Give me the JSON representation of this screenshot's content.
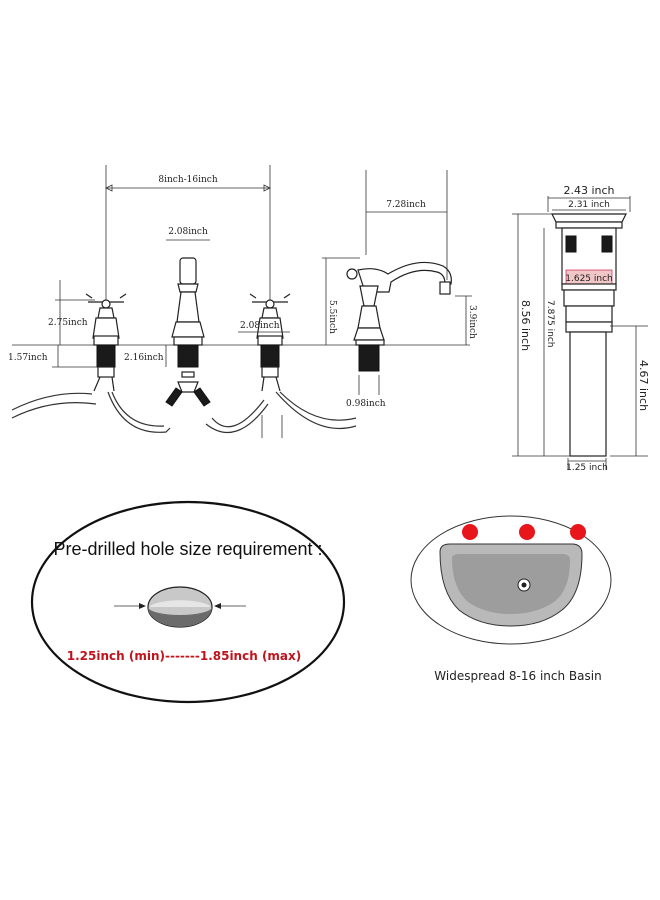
{
  "faucet": {
    "spread": "8inch-16inch",
    "spout_width": "2.08inch",
    "handle_height": "2.75inch",
    "shank_left": "1.57inch",
    "shank_center": "2.16inch",
    "handle_width_right": "2.08inch",
    "spout_height": "5.5inch",
    "spout_reach": "7.28inch",
    "spout_rise": "3.9inch",
    "spout_shank": "0.98inch"
  },
  "drain": {
    "cap_outer": "2.43 inch",
    "cap_inner": "2.31 inch",
    "body_width": "1.625 inch",
    "total_height": "8.56 inch",
    "upper_height": "7.875 inch",
    "lower_height": "4.67 inch",
    "tail_width": "1.25 inch"
  },
  "hole": {
    "title": "Pre-drilled hole size requirement :",
    "range": "1.25inch (min)-------1.85inch (max)"
  },
  "basin": {
    "caption": "Widespread 8-16 inch Basin",
    "hole_color": "#e8151b"
  }
}
